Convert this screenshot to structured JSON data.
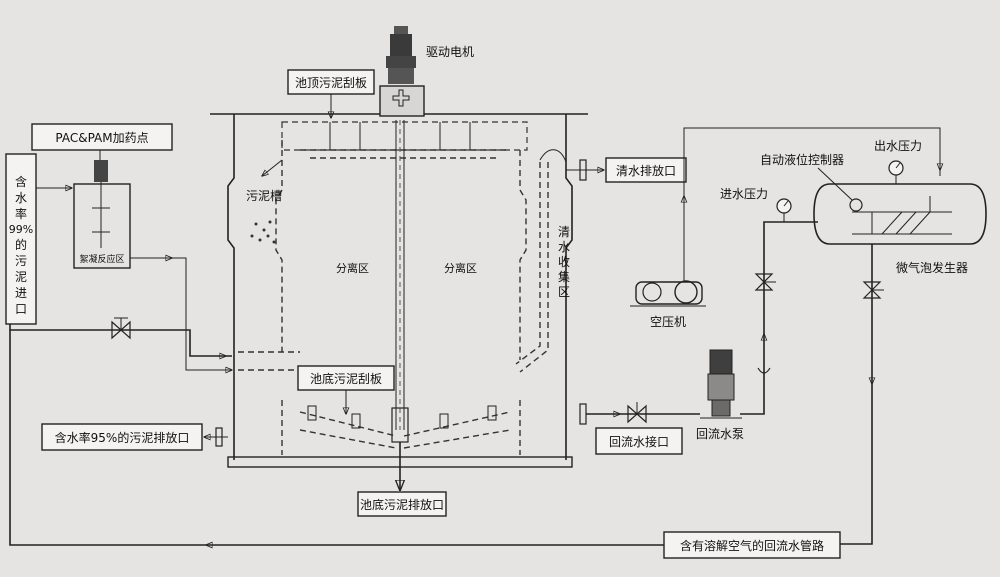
{
  "labels": {
    "drive_motor": "驱动电机",
    "top_scraper": "池顶污泥刮板",
    "dosing_point": "PAC&PAM加药点",
    "inlet_sludge": [
      "含",
      "水",
      "率",
      "99%",
      "的",
      "污",
      "泥",
      "进",
      "口"
    ],
    "flocculation_zone": "絮凝反应区",
    "sludge_trough": "污泥槽",
    "separation_left": "分离区",
    "separation_right": "分离区",
    "clear_water_collect": [
      "清",
      "水",
      "收",
      "集",
      "区"
    ],
    "clear_water_outlet": "清水排放口",
    "auto_level_controller": "自动液位控制器",
    "outlet_pressure": "出水压力",
    "inlet_pressure": "进水压力",
    "microbubble_generator": "微气泡发生器",
    "air_compressor": "空压机",
    "bottom_scraper": "池底污泥刮板",
    "sludge_95_outlet": "含水率95%的污泥排放口",
    "return_inlet": "回流水接口",
    "return_pump": "回流水泵",
    "bottom_outlet": "池底污泥排放口",
    "return_pipe": "含有溶解空气的回流水管路"
  }
}
